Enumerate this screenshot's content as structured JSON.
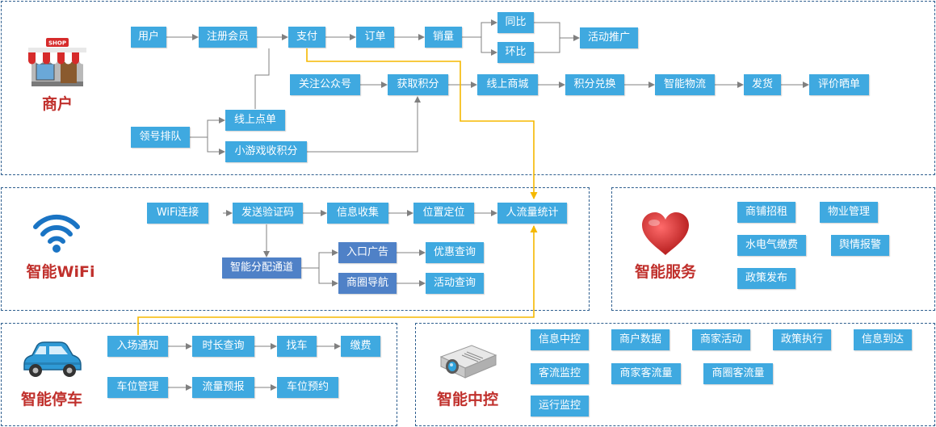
{
  "sections": {
    "merchant": {
      "title": "商户",
      "icon": "shop-icon",
      "shop_sign": "SHOP",
      "nodes": {
        "user": "用户",
        "register": "注册会员",
        "pay": "支付",
        "order": "订单",
        "sales": "销量",
        "yoy": "同比",
        "mom": "环比",
        "promo": "活动推广",
        "follow": "关注公众号",
        "points": "获取积分",
        "mall": "线上商城",
        "exchange": "积分兑换",
        "logistics": "智能物流",
        "ship": "发货",
        "review": "评价晒单",
        "queue": "领号排队",
        "online_order": "线上点单",
        "game": "小游戏收积分"
      }
    },
    "wifi": {
      "title": "智能WiFi",
      "icon": "wifi-icon",
      "nodes": {
        "connect": "WiFi连接",
        "code": "发送验证码",
        "collect": "信息收集",
        "locate": "位置定位",
        "traffic": "人流量统计",
        "channel": "智能分配通道",
        "entrance_ad": "入口广告",
        "discount": "优惠查询",
        "nav": "商圈导航",
        "activity": "活动查询"
      }
    },
    "service": {
      "title": "智能服务",
      "icon": "heart-icon",
      "items": [
        "商铺招租",
        "物业管理",
        "水电气缴费",
        "舆情报警",
        "政策发布"
      ]
    },
    "parking": {
      "title": "智能停车",
      "icon": "car-icon",
      "nodes": {
        "entry": "入场通知",
        "duration": "时长查询",
        "find": "找车",
        "fee": "缴费",
        "manage": "车位管理",
        "forecast": "流量预报",
        "reserve": "车位预约"
      }
    },
    "control": {
      "title": "智能中控",
      "icon": "projector-icon",
      "items": [
        "信息中控",
        "商户数据",
        "商家活动",
        "政策执行",
        "信息到达",
        "客流监控",
        "商家客流量",
        "商圈客流量",
        "运行监控"
      ]
    }
  },
  "colors": {
    "box_cyan": "#3fa9e0",
    "box_blue": "#4f81c7",
    "title_red": "#c0302c",
    "connector_gray": "#808080",
    "highlight_yellow": "#f5b800",
    "panel_border": "#2f5f8f"
  }
}
